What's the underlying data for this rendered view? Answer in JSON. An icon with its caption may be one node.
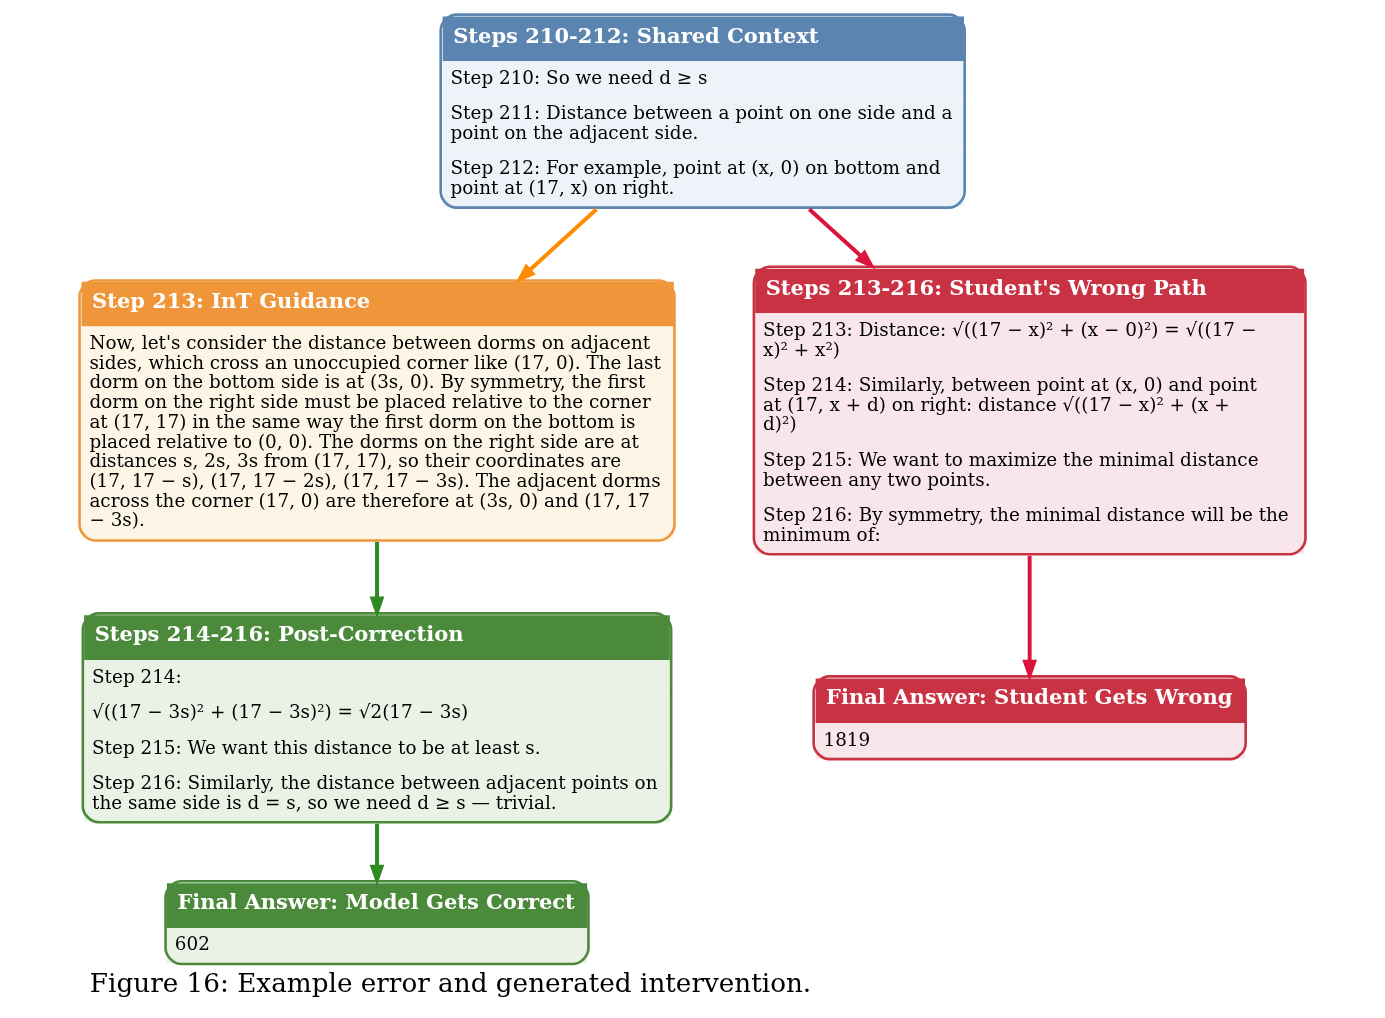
{
  "diagram": {
    "caption": "Figure 16: Example error and generated intervention.",
    "nodes": [
      {
        "text": [
          "Steps 210-212: Shared Context",
          "Step 210: So we need d ≥ s",
          "Step 211: Distance between a point on one side and a point on the adjacent side.",
          "Step 212: For example, point at (x, 0) on bottom and point at (17, x) on right."
        ]
      },
      {
        "text": [
          "Step 213: InT Guidance",
          "Now, let's consider the distance between dorms on adjacent sides, which cross an unoccupied corner like (17, 0). The last dorm on the bottom side is at (3s, 0). By symmetry, the first dorm on the right side must be placed relative to the corner at (17, 17) in the same way the first dorm on the bottom is placed relative to (0, 0). The dorms on the right side are at distances s, 2s, 3s from (17, 17), so their coordinates are (17, 17 − s), (17, 17 − 2s), (17, 17 − 3s). The adjacent dorms across the corner (17, 0) are therefore at (3s, 0) and (17, 17 − 3s)."
        ]
      },
      {
        "text": [
          "Steps 213-216: Student's Wrong Path",
          "Step 213: Distance: √((17 − x)² + (x − 0)²) = √((17 − x)² + x²)",
          "Step 214: Similarly, between point at (x, 0) and point at (17, x + d) on right: distance √((17 − x)² + (x + d)²)",
          "Step 215: We want to maximize the minimal distance between any two points.",
          "Step 216: By symmetry, the minimal distance will be the minimum of:"
        ]
      },
      {
        "text": [
          "Steps 214-216: Post-Correction",
          "Step 214:",
          "√((17 − 3s)² + (17 − 3s)²) = √2(17 − 3s)",
          "Step 215: We want this distance to be at least s.",
          "Step 216: Similarly, the distance between adjacent points on the same side is d = s, so we need d ≥ s — trivial."
        ]
      },
      {
        "text": [
          "Final Answer: Student Gets Wrong",
          "1819"
        ]
      },
      {
        "text": [
          "Final Answer: Model Gets Correct",
          "602"
        ]
      }
    ],
    "edges": [
      {
        "from": 0,
        "to": 1,
        "arrow": "to",
        "color": "#ff8c00"
      },
      {
        "from": 0,
        "to": 2,
        "arrow": "to",
        "color": "#dc143c"
      },
      {
        "from": 1,
        "to": 3,
        "arrow": "to",
        "color": "#2e8b22"
      },
      {
        "from": 2,
        "to": 4,
        "arrow": "to",
        "color": "#dc143c"
      },
      {
        "from": 3,
        "to": 5,
        "arrow": "to",
        "color": "#2e8b22"
      }
    ]
  }
}
